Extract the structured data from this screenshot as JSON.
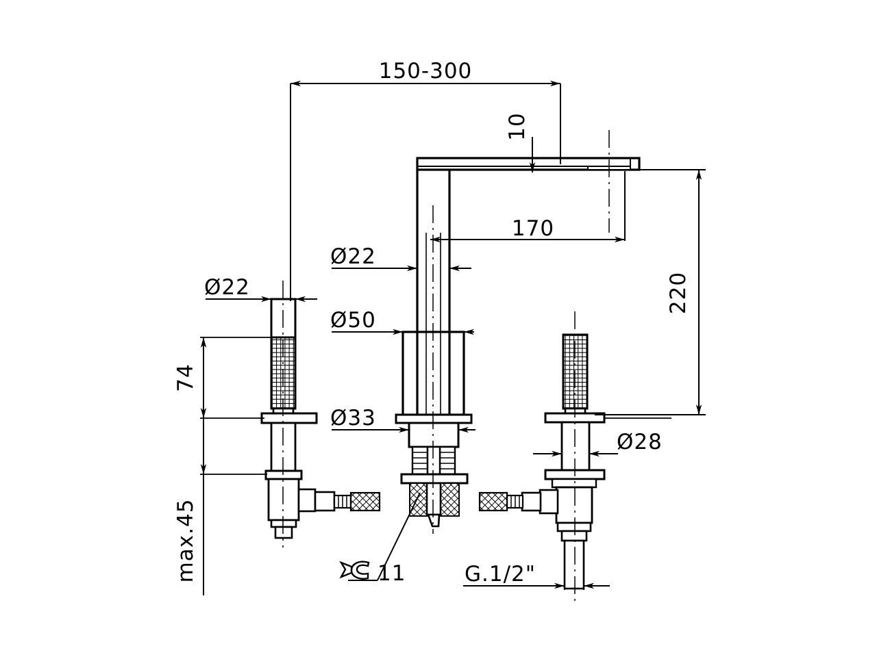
{
  "drawing": {
    "title": "Three-hole basin mixer technical dimension drawing",
    "units": "mm",
    "line_color": "#000000",
    "background_color": "#ffffff"
  },
  "dimensions": {
    "spread": "150-300",
    "spout_thickness": "10",
    "spout_reach": "170",
    "total_height": "220",
    "handle_height": "74",
    "max_deck_thickness": "max.45",
    "riser_diameter": "Ø22",
    "handle_diameter": "Ø22",
    "body_diameter": "Ø50",
    "base_diameter": "Ø33",
    "shank_diameter": "Ø28",
    "wrench_size": "11",
    "thread_size": "G.1/2\""
  },
  "labels": [
    {
      "id": "spread",
      "text": "150-300",
      "kind": "linear-horizontal"
    },
    {
      "id": "spout-thickness",
      "text": "10",
      "kind": "linear-vertical"
    },
    {
      "id": "spout-reach",
      "text": "170",
      "kind": "linear-horizontal"
    },
    {
      "id": "total-height",
      "text": "220",
      "kind": "linear-vertical"
    },
    {
      "id": "handle-height",
      "text": "74",
      "kind": "linear-vertical"
    },
    {
      "id": "max-deck",
      "text": "max.45",
      "kind": "linear-vertical"
    },
    {
      "id": "riser-dia",
      "text": "Ø22",
      "kind": "diameter"
    },
    {
      "id": "handle-dia",
      "text": "Ø22",
      "kind": "diameter"
    },
    {
      "id": "body-dia",
      "text": "Ø50",
      "kind": "diameter"
    },
    {
      "id": "base-dia",
      "text": "Ø33",
      "kind": "diameter"
    },
    {
      "id": "shank-dia",
      "text": "Ø28",
      "kind": "diameter"
    },
    {
      "id": "wrench",
      "text": "11",
      "kind": "wrench-callout"
    },
    {
      "id": "thread",
      "text": "G.1/2\"",
      "kind": "thread-callout"
    }
  ]
}
